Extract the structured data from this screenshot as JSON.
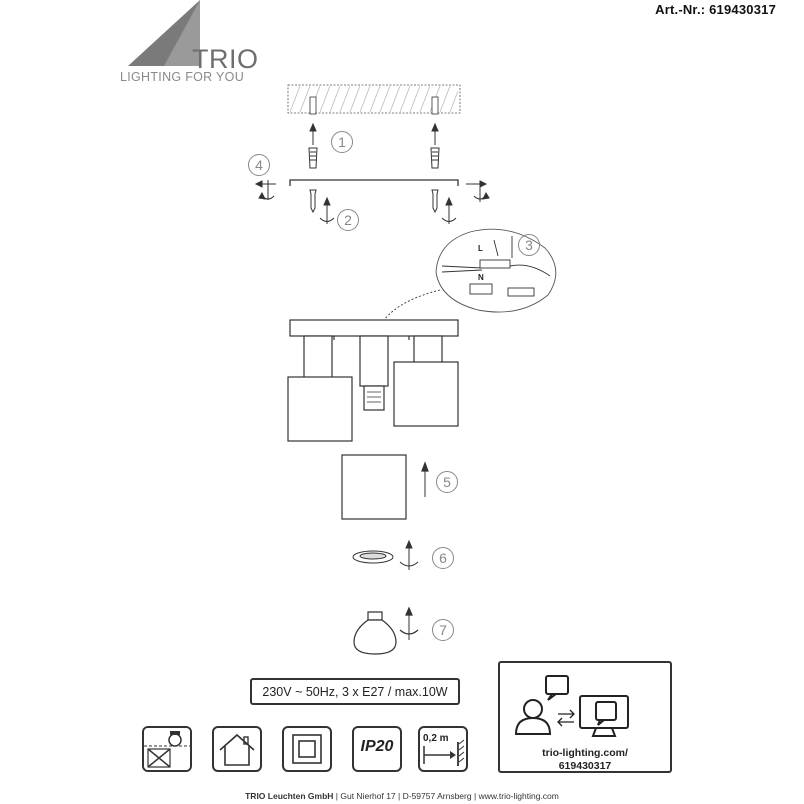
{
  "header": {
    "article_number": "Art.-Nr.: 619430317"
  },
  "logo": {
    "brand": "TRIO",
    "tagline": "LIGHTING FOR YOU"
  },
  "steps": [
    "1",
    "2",
    "3",
    "4",
    "5",
    "6",
    "7"
  ],
  "wiring_labels": {
    "live": "L",
    "neutral": "N"
  },
  "spec": {
    "text": "230V ~ 50Hz, 3 x E27 / max.10W"
  },
  "info_panel": {
    "url_line1": "trio-lighting.com/",
    "url_line2": "619430317"
  },
  "symbols": {
    "ip_rating": "IP20",
    "distance": "0,2 m"
  },
  "footer": {
    "company": "TRIO Leuchten GmbH",
    "address": "Gut Nierhof 17",
    "city": "D-59757 Arnsberg",
    "website": "www.trio-lighting.com"
  }
}
